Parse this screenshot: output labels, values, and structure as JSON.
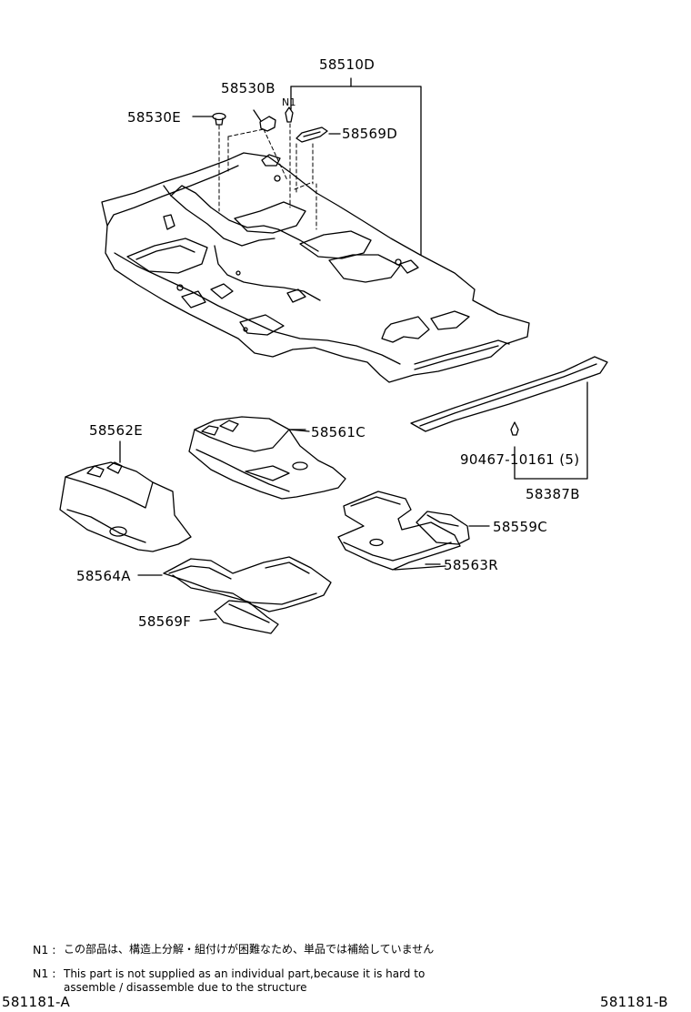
{
  "labels": {
    "p58510D": "58510D",
    "p58530B": "58530B",
    "n1_marker": "N1",
    "p58530E": "58530E",
    "p58569D": "58569D",
    "p58562E": "58562E",
    "p58561C": "58561C",
    "p90467": "90467-10161 (5)",
    "p58387B": "58387B",
    "p58559C": "58559C",
    "p58564A": "58564A",
    "p58563R": "58563R",
    "p58569F": "58569F"
  },
  "notes": {
    "jp_tag": "N1 :",
    "jp_text": "この部品は、構造上分解・組付けが困難なため、単品では補給していません",
    "en_tag": "N1 :",
    "en_line1": "This part is not supplied as an individual part,because it is hard to",
    "en_line2": "assemble / disassemble due to the structure"
  },
  "footer": {
    "left_code": "581181-A",
    "right_code": "581181-B"
  }
}
